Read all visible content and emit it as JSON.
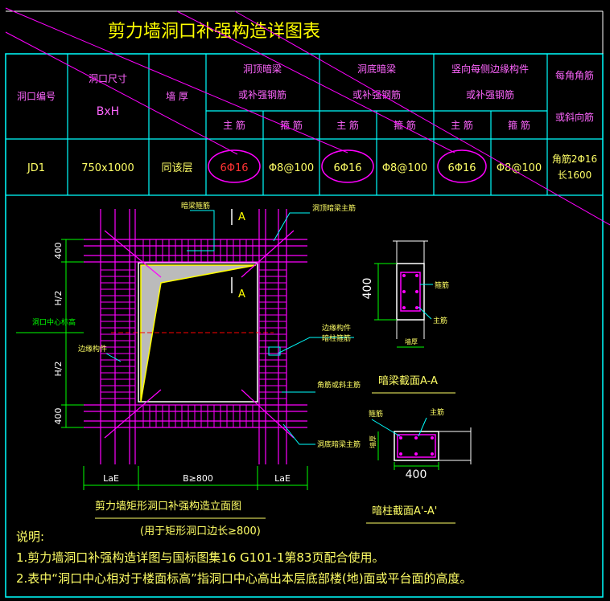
{
  "title": "剪力墙洞口补强构造详图表",
  "table": {
    "headers": {
      "hole_no": "洞口编号",
      "hole_size": "洞口尺寸",
      "hole_size_sub": "BxH",
      "wall_thk": "墙  厚",
      "top_beam_1": "洞顶暗梁",
      "top_beam_2": "或补强钢筋",
      "bot_beam_1": "洞底暗梁",
      "bot_beam_2": "或补强钢筋",
      "side_1": "竖向每侧边缘构件",
      "side_2": "或补强钢筋",
      "corner_1": "每角角筋",
      "corner_2": "或斜向筋",
      "main": "主  筋",
      "stirrup": "箍  筋"
    },
    "row": {
      "hole_no": "JD1",
      "size": "750x1000",
      "wall": "同该层",
      "top_main": "6Φ16",
      "top_stirrup": "Φ8@100",
      "bot_main": "6Φ16",
      "bot_stirrup": "Φ8@100",
      "side_main": "6Φ16",
      "side_stirrup": "Φ8@100",
      "corner_1": "角筋2Φ16",
      "corner_2": "长1600"
    }
  },
  "elevation": {
    "label_top_stirrup": "暗梁箍筋",
    "label_top_main": "洞顶暗梁主筋",
    "label_edge_1": "边缘构件",
    "label_edge_2": "暗柱箍筋",
    "label_edge_left": "边缘构件",
    "label_corner": "角筋或斜主筋",
    "label_bot_main": "洞底暗梁主筋",
    "label_center": "洞口中心标高",
    "section_mark": "A",
    "dim_400_top": "400",
    "dim_h2_top": "H/2",
    "dim_h2_bot": "H/2",
    "dim_400_bot": "400",
    "dim_lae_left": "LaE",
    "dim_b": "B≥800",
    "dim_lae_right": "LaE",
    "caption": "剪力墙矩形洞口补强构造立面图",
    "caption_sub": "(用于矩形洞口边长≥800)"
  },
  "section_aa": {
    "dim": "400",
    "label_stirrup": "箍筋",
    "label_main": "主筋",
    "label_wall": "墙厚",
    "caption": "暗梁截面A-A"
  },
  "section_a2": {
    "label_stirrup": "箍筋",
    "label_main": "主筋",
    "label_wall": "墙厚",
    "dim": "400",
    "caption": "暗柱截面A'-A'"
  },
  "notes": {
    "heading": "说明:",
    "line1": "1.剪力墙洞口补强构造详图与国标图集16 G101-1第83页配合使用。",
    "line2": "2.表中“洞口中心相对于楼面标高”指洞口中心高出本层底部楼(地)面或平台面的高度。"
  },
  "colors": {
    "frame": "#00ffff",
    "title": "#ffff00",
    "header": "#ff66ff",
    "value": "#ffff66",
    "rebar": "#ff00ff",
    "green": "#00ff00",
    "red": "#ff0000",
    "white": "#ffffff"
  }
}
